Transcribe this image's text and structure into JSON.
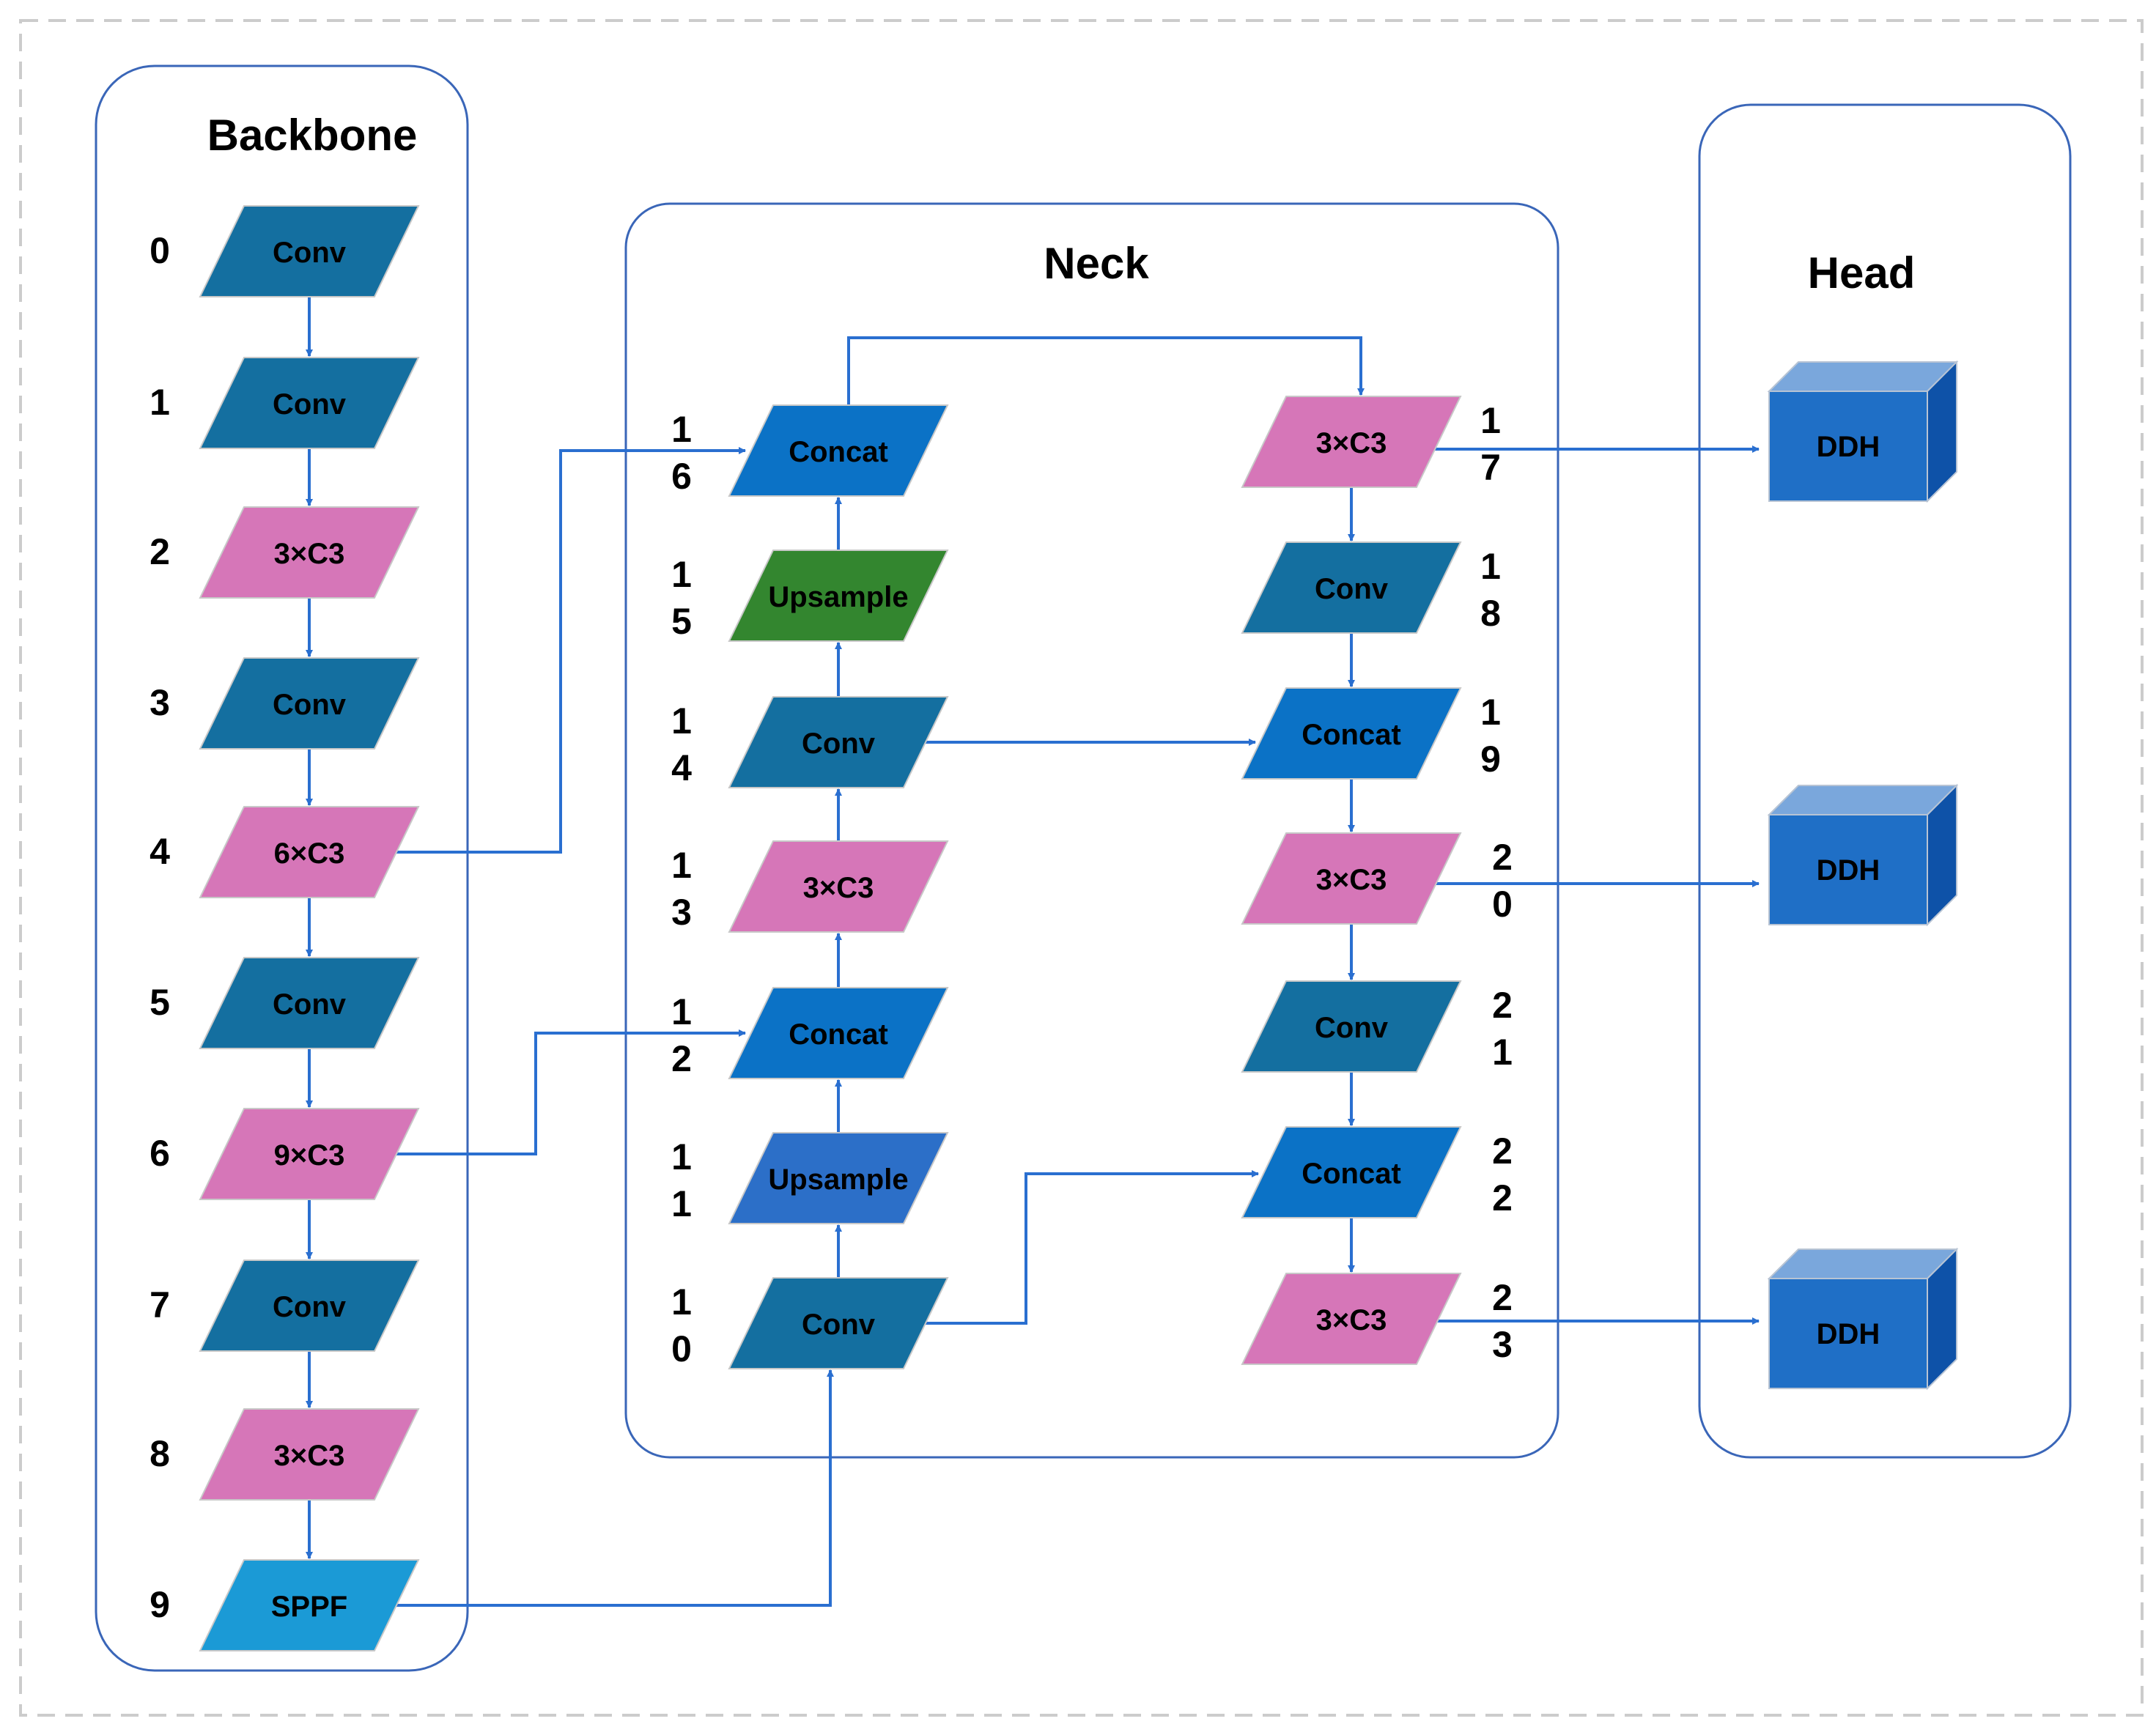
{
  "sections": {
    "backbone": {
      "title": "Backbone"
    },
    "neck": {
      "title": "Neck"
    },
    "head": {
      "title": "Head"
    }
  },
  "colors": {
    "conv": "#146fa0",
    "c3": "#d676b8",
    "sppf": "#1b9ad6",
    "concat": "#0b72c6",
    "upsample_green": "#33862f",
    "upsample_blue": "#2c6fc8",
    "ddh_front": "#1f6fc6",
    "ddh_top": "#7aa7dc",
    "ddh_side": "#0e52a8",
    "arrow": "#2a6fd0",
    "section_border": "#3a66b8",
    "frame": "#cccccc"
  },
  "backbone_layers": [
    {
      "index": "0",
      "label": "Conv",
      "type": "conv"
    },
    {
      "index": "1",
      "label": "Conv",
      "type": "conv"
    },
    {
      "index": "2",
      "label": "3×C3",
      "type": "c3"
    },
    {
      "index": "3",
      "label": "Conv",
      "type": "conv"
    },
    {
      "index": "4",
      "label": "6×C3",
      "type": "c3"
    },
    {
      "index": "5",
      "label": "Conv",
      "type": "conv"
    },
    {
      "index": "6",
      "label": "9×C3",
      "type": "c3"
    },
    {
      "index": "7",
      "label": "Conv",
      "type": "conv"
    },
    {
      "index": "8",
      "label": "3×C3",
      "type": "c3"
    },
    {
      "index": "9",
      "label": "SPPF",
      "type": "sppf"
    }
  ],
  "neck_left_layers": [
    {
      "index": "16",
      "label": "Concat",
      "type": "concat"
    },
    {
      "index": "15",
      "label": "Upsample",
      "type": "upsample_green"
    },
    {
      "index": "14",
      "label": "Conv",
      "type": "conv"
    },
    {
      "index": "13",
      "label": "3×C3",
      "type": "c3"
    },
    {
      "index": "12",
      "label": "Concat",
      "type": "concat"
    },
    {
      "index": "11",
      "label": "Upsample",
      "type": "upsample_blue"
    },
    {
      "index": "10",
      "label": "Conv",
      "type": "conv"
    }
  ],
  "neck_right_layers": [
    {
      "index": "17",
      "label": "3×C3",
      "type": "c3"
    },
    {
      "index": "18",
      "label": "Conv",
      "type": "conv"
    },
    {
      "index": "19",
      "label": "Concat",
      "type": "concat"
    },
    {
      "index": "20",
      "label": "3×C3",
      "type": "c3"
    },
    {
      "index": "21",
      "label": "Conv",
      "type": "conv"
    },
    {
      "index": "22",
      "label": "Concat",
      "type": "concat"
    },
    {
      "index": "23",
      "label": "3×C3",
      "type": "c3"
    }
  ],
  "head_blocks": [
    {
      "label": "DDH"
    },
    {
      "label": "DDH"
    },
    {
      "label": "DDH"
    }
  ]
}
